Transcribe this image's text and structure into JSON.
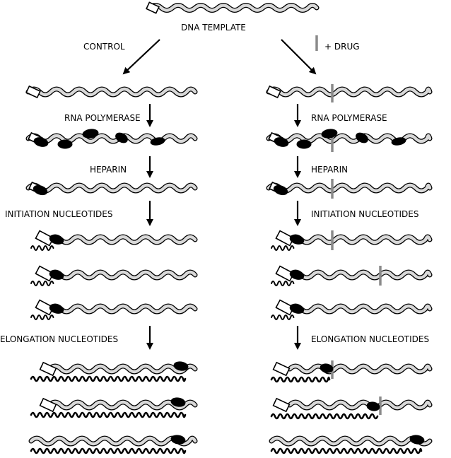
{
  "title": "DNA TEMPLATE",
  "branches": {
    "control": "CONTROL",
    "drug": "+ DRUG"
  },
  "steps": {
    "rna_polymerase": "RNA POLYMERASE",
    "heparin": "HEPARIN",
    "initiation": "INITIATION NUCLEOTIDES",
    "elongation": "ELONGATION NUCLEOTIDES"
  },
  "colors": {
    "strand_fill": "#d8d8d8",
    "outline": "#000000",
    "polymerase": "#000000",
    "drug_mark": "#8a8a8a"
  },
  "icons": [
    "promoter-box-icon",
    "rna-polymerase-icon",
    "rna-transcript-icon",
    "drug-marker-icon"
  ]
}
